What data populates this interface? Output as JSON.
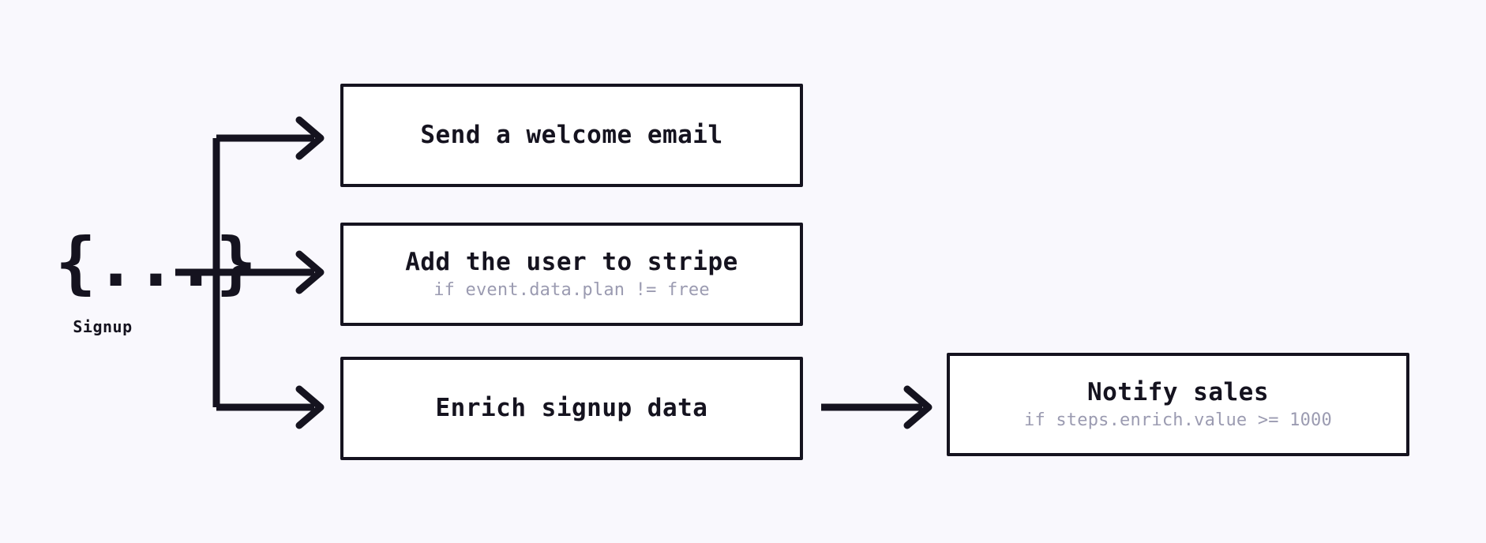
{
  "canvas": {
    "background_color": "#f9f8fd",
    "border_color": "#15131f",
    "node_fill": "#ffffff",
    "subtitle_color": "#9b9bb1"
  },
  "trigger": {
    "glyph": "{...}",
    "glyph_icon_name": "json-braces-icon",
    "label": "Signup"
  },
  "nodes": [
    {
      "id": "welcome",
      "title": "Send a welcome email",
      "subtitle": ""
    },
    {
      "id": "stripe",
      "title": "Add the user to stripe",
      "subtitle": "if event.data.plan != free"
    },
    {
      "id": "enrich",
      "title": "Enrich signup data",
      "subtitle": ""
    },
    {
      "id": "notify",
      "title": "Notify sales",
      "subtitle": "if steps.enrich.value >= 1000"
    }
  ],
  "edges": [
    {
      "from": "signup",
      "to": "welcome"
    },
    {
      "from": "signup",
      "to": "stripe"
    },
    {
      "from": "signup",
      "to": "enrich"
    },
    {
      "from": "enrich",
      "to": "notify"
    }
  ]
}
